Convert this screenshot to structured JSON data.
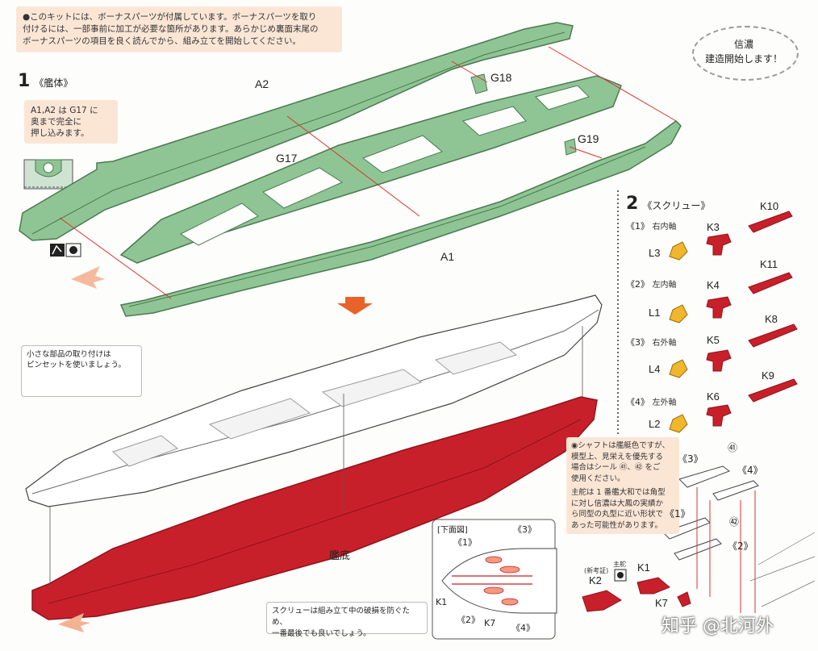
{
  "header_note": {
    "line1": "●このキットには、ボーナスパーツが付属しています。ボーナスパーツを取り",
    "line2": "付けるには、一部事前に加工が必要な箇所があります。あらかじめ裏面末尾の",
    "line3": "ボーナスパーツの項目を良く読んでから、組み立てを開始してください。"
  },
  "bubble": {
    "line1": "信濃",
    "line2": "建造開始します！"
  },
  "step1": {
    "number": "1",
    "title": "《艦体》",
    "tip": {
      "line1": "A1,A2 は G17 に",
      "line2": "奥まで完全に",
      "line3": "押し込みます。"
    },
    "parts": {
      "a2": "A2",
      "g17": "G17",
      "g18": "G18",
      "g19": "G19",
      "a1": "A1"
    },
    "hull_bottom": "艦底",
    "tweezers_note": {
      "line1": "小さな部品の取り付けは",
      "line2": "ピンセットを使いましょう。"
    },
    "screw_note": {
      "line1": "スクリューは組み立て中の破損を防ぐため、",
      "line2": "一番最後でも良いでしょう。"
    }
  },
  "step2": {
    "number": "2",
    "title": "《スクリュー》",
    "rows": [
      {
        "idx": "《1》",
        "desc": "右内軸",
        "k_small": "K3",
        "k_shaft": "K10",
        "l": "L3"
      },
      {
        "idx": "《2》",
        "desc": "左内軸",
        "k_small": "K4",
        "k_shaft": "K11",
        "l": "L1"
      },
      {
        "idx": "《3》",
        "desc": "右外軸",
        "k_small": "K5",
        "k_shaft": "K8",
        "l": "L4"
      },
      {
        "idx": "《4》",
        "desc": "左外軸",
        "k_small": "K6",
        "k_shaft": "K9",
        "l": "L2"
      }
    ],
    "shaft_note": {
      "line1": "◉シャフトは艦艇色ですが、",
      "line2": "模型上、見栄えを優先する",
      "line3": "場合はシール ㊶、㊷ をご",
      "line4": "使用ください。",
      "line5": "主舵は 1 番艦大和では角型",
      "line6": "に対し信濃は大鳳の実績か",
      "line7": "ら同型の丸型に近い形状で",
      "line8": "あった可能性があります。"
    },
    "assembly_labels": {
      "l3": "《3》",
      "l4": "《4》",
      "l1": "《1》",
      "l2": "《2》",
      "s41": "㊶",
      "s42": "㊷"
    },
    "rudder": {
      "k2": "K2",
      "k1": "K1",
      "k7": "K7",
      "k2_tag": "(新考証)",
      "k1_tag": "主舵"
    }
  },
  "bottom_view": {
    "title": "[下面図]",
    "l1": "《1》",
    "l3": "《3》",
    "l2": "《2》",
    "l4": "《4》",
    "k1": "K1",
    "k7": "K7"
  },
  "watermark": "知乎 @北河外",
  "colors": {
    "green_part": "#8fc594",
    "green_edge": "#4a7a50",
    "red_hull": "#c8202a",
    "red_dark": "#8e141b",
    "note_bg": "#fbe6d6",
    "orange_arrow": "#e8622a",
    "yellow_part": "#f0b72c"
  }
}
